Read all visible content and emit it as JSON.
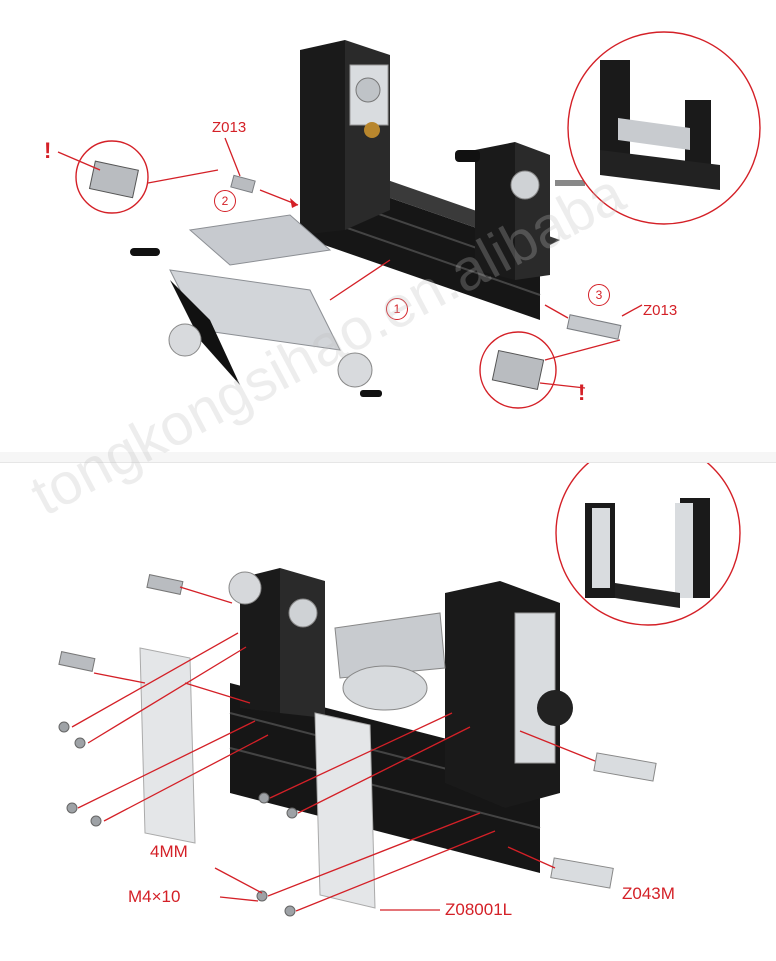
{
  "top_panel": {
    "part_label_left": "Z013",
    "part_label_right": "Z013",
    "circle_num_1": "1",
    "circle_num_2": "2",
    "circle_num_3": "3",
    "exclaim_left": "!",
    "exclaim_right": "!"
  },
  "bottom_panel": {
    "label_4mm": "4MM",
    "label_screw": "M4×10",
    "label_plate": "Z08001L",
    "label_bar": "Z043M"
  },
  "watermark": "tongkongsihao.en.alibaba",
  "colors": {
    "callout": "#d42027",
    "metal_dark": "#1b1b1b",
    "metal_silver": "#c9ccd1",
    "plate": "#e4e6e8"
  }
}
